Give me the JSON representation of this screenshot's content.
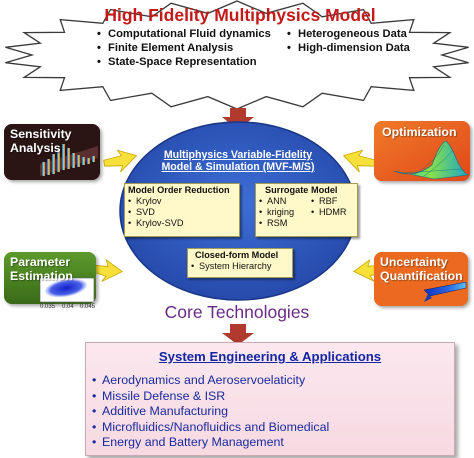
{
  "header": {
    "title": "High Fidelity Multiphysics Model",
    "bullet": "•",
    "items_left": [
      "Computational Fluid dynamics",
      "Finite Element Analysis",
      "State-Space Representation"
    ],
    "items_right": [
      "Heterogeneous Data",
      "High-dimension Data"
    ]
  },
  "side_boxes": {
    "sensitivity": "Sensitivity\nAnalysis",
    "optimization": "Optimization",
    "parameter": "Parameter\nEstimation",
    "uncertainty": "Uncertainty\nQuantification",
    "parameter_ticks": [
      "0.035",
      "0.04",
      "0.045"
    ]
  },
  "center": {
    "title_line1": "Multiphysics Variable-Fidelity",
    "title_line2": "Model & Simulation (MVF-M/S)",
    "mor": {
      "heading": "Model Order Reduction",
      "items": [
        "Krylov",
        "SVD",
        "Krylov-SVD"
      ]
    },
    "surrogate": {
      "heading": "Surrogate Model",
      "items_left": [
        "ANN",
        "kriging",
        "RSM"
      ],
      "items_right": [
        "RBF",
        "HDMR"
      ]
    },
    "closed_form": {
      "heading": "Closed-form Model",
      "items": [
        "System Hierarchy"
      ]
    }
  },
  "core_label": "Core Technologies",
  "applications": {
    "title": "System Engineering & Applications",
    "items": [
      "Aerodynamics and Aeroservoelaticity",
      "Missile Defense & ISR",
      "Additive Manufacturing",
      "Microfluidics/Nanofluidics and Biomedical",
      "Energy and Battery Management"
    ]
  },
  "colors": {
    "title_red": "#c41a1a",
    "ellipse_blue": "#2b51b8",
    "panel_yellow": "#fff9c9",
    "arrow_yellow": "#f7e03a",
    "arrow_red": "#b03a2e",
    "core_purple": "#6a2a86",
    "app_blue": "#1a2a9e",
    "app_bg": "#fbe8ee"
  }
}
